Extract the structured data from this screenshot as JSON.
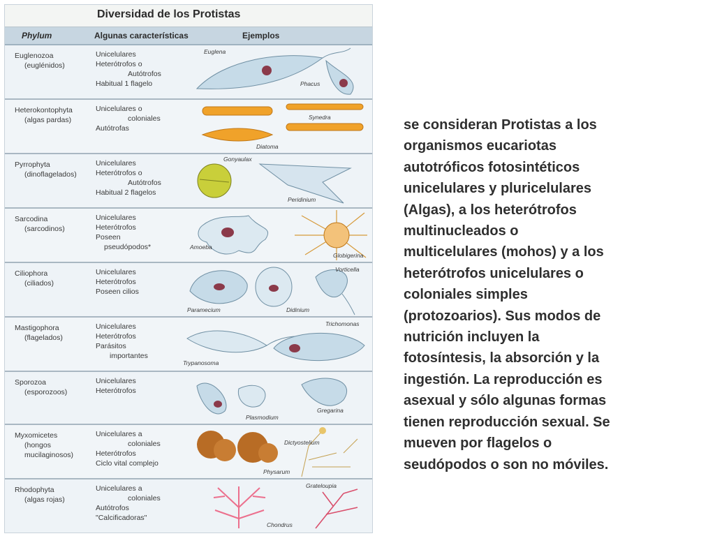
{
  "table": {
    "title": "Diversidad de los Protistas",
    "headers": {
      "phylum": "Phylum",
      "caracteristicas": "Algunas características",
      "ejemplos": "Ejemplos"
    },
    "rows": [
      {
        "phylum": "Euglenozoa",
        "phylum_sub": "(euglénidos)",
        "chars": [
          "Unicelulares",
          "Heterótrofos o",
          "Autótrofos",
          "Habitual 1 flagelo"
        ],
        "labels": [
          "Euglena",
          "Phacus"
        ]
      },
      {
        "phylum": "Heterokontophyta",
        "phylum_sub": "(algas pardas)",
        "chars": [
          "Unicelulares o",
          "coloniales",
          "Autótrofas"
        ],
        "labels": [
          "Synedra",
          "Diatoma"
        ]
      },
      {
        "phylum": "Pyrrophyta",
        "phylum_sub": "(dinoflagelados)",
        "chars": [
          "Unicelulares",
          "Heterótrofos o",
          "Autótrofos",
          "Habitual 2 flagelos"
        ],
        "labels": [
          "Gonyaulax",
          "Peridinium"
        ]
      },
      {
        "phylum": "Sarcodina",
        "phylum_sub": "(sarcodinos)",
        "chars": [
          "Unicelulares",
          "Heterótrofos",
          "Poseen",
          "pseudópodos*"
        ],
        "labels": [
          "Amoeba",
          "Globigerina"
        ]
      },
      {
        "phylum": "Ciliophora",
        "phylum_sub": "(ciliados)",
        "chars": [
          "Unicelulares",
          "Heterótrofos",
          "Poseen cilios"
        ],
        "labels": [
          "Vorticella",
          "Paramecium",
          "Didinium"
        ]
      },
      {
        "phylum": "Mastigophora",
        "phylum_sub": "(flagelados)",
        "chars": [
          "Unicelulares",
          "Heterótrofos",
          "Parásitos",
          "importantes"
        ],
        "labels": [
          "Trichomonas",
          "Trypanosoma"
        ]
      },
      {
        "phylum": "Sporozoa",
        "phylum_sub": "(esporozoos)",
        "chars": [
          "Unicelulares",
          "Heterótrofos"
        ],
        "labels": [
          "Gregarina",
          "Plasmodium"
        ]
      },
      {
        "phylum": "Myxomicetes",
        "phylum_sub": "(hongos mucilaginosos)",
        "chars": [
          "Unicelulares a",
          "coloniales",
          "Heterótrofos",
          "Ciclo vital complejo"
        ],
        "labels": [
          "Dictyostelium",
          "Physarum"
        ]
      },
      {
        "phylum": "Rhodophyta",
        "phylum_sub": "(algas rojas)",
        "chars": [
          "Unicelulares a",
          "coloniales",
          "Autótrofos",
          "\"Calcificadoras\""
        ],
        "labels": [
          "Grateloupia",
          "Chondrus"
        ]
      }
    ]
  },
  "paragraph": {
    "lines": [
      "se consideran Protistas a los",
      "organismos eucariotas",
      "autotróficos fotosintéticos",
      "unicelulares y pluricelulares",
      "(Algas), a los heterótrofos",
      "multinucleados o",
      "multicelulares (mohos) y a los",
      "heterótrofos unicelulares o",
      "coloniales simples",
      "(protozoarios). Sus modos de",
      "nutrición incluyen la",
      "fotosíntesis, la absorción y la",
      "ingestión. La reproducción es",
      "asexual y sólo algunas formas",
      "tienen reproducción sexual. Se",
      "mueven por flagelos o",
      "seudópodos o son no móviles."
    ]
  },
  "colors": {
    "organism_blue": "#c6dbe8",
    "diatom_orange": "#f0a22a",
    "dino_yellow": "#c9cf3a",
    "myxo_brown": "#b86c25",
    "red_algae": "#ec6f8d"
  }
}
